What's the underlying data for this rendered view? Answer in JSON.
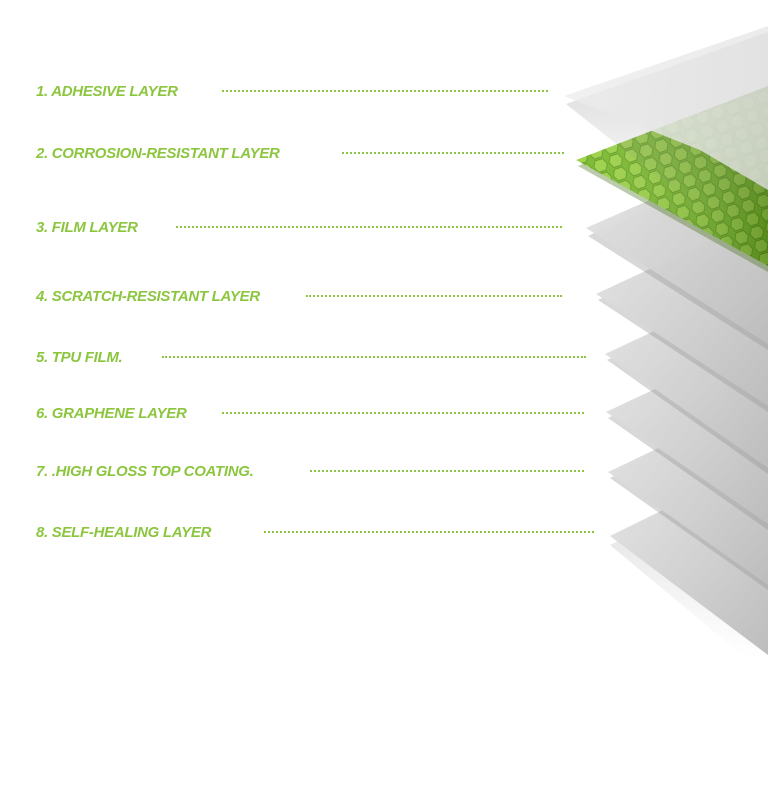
{
  "colors": {
    "accent": "#8cc63f",
    "layer_gray": "#d6d6d6",
    "layer_green": "#7ab82f"
  },
  "layers": [
    {
      "label": "1. ADHESIVE LAYER"
    },
    {
      "label": "2. CORROSION-RESISTANT LAYER"
    },
    {
      "label": "3. FILM LAYER"
    },
    {
      "label": "4. SCRATCH-RESISTANT LAYER"
    },
    {
      "label": "5. TPU FILM."
    },
    {
      "label": "6. GRAPHENE LAYER"
    },
    {
      "label": "7. .HIGH GLOSS TOP COATING."
    },
    {
      "label": "8. SELF-HEALING LAYER"
    }
  ]
}
